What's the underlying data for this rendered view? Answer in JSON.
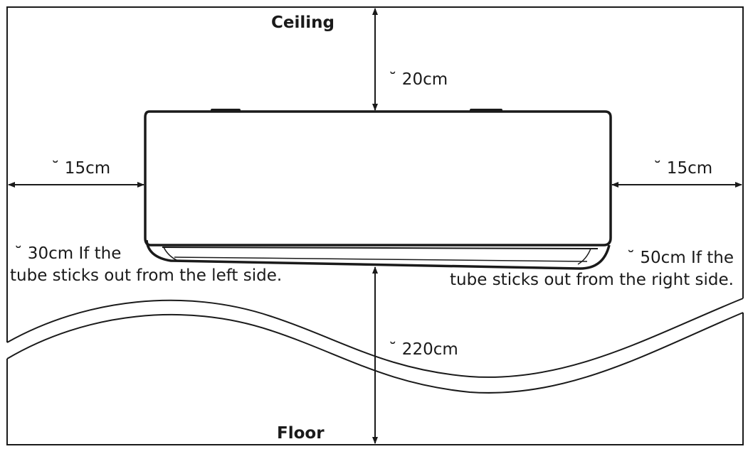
{
  "labels": {
    "ceiling": "Ceiling",
    "floor": "Floor",
    "top_clearance": "˘ 20cm",
    "left_clearance": "˘ 15cm",
    "right_clearance": "˘ 15cm",
    "bottom_clearance": "˘ 220cm"
  },
  "notes": {
    "left": {
      "line1": "˘ 30cm If the",
      "line2": "tube sticks out from the left side."
    },
    "right": {
      "line1": "˘ 50cm If the",
      "line2": "tube sticks out from the right side."
    }
  },
  "colors": {
    "line": "#1a1a1a",
    "background": "#ffffff"
  }
}
